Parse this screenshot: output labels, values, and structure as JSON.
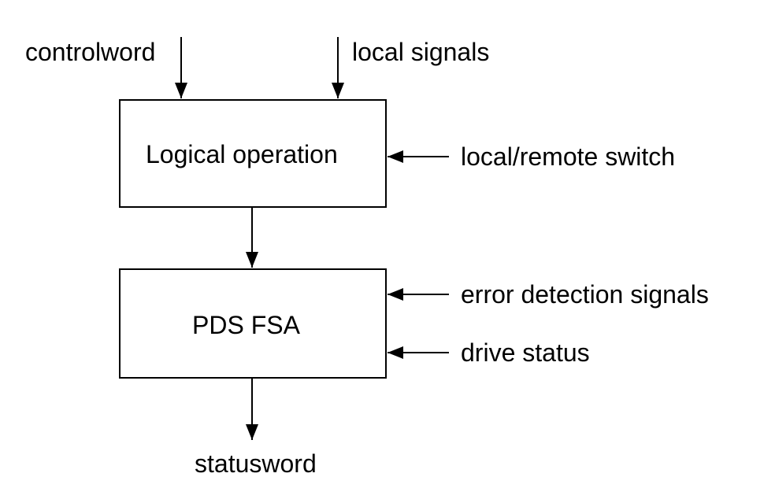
{
  "diagram": {
    "inputs": {
      "controlword": "controlword",
      "local_signals": "local signals",
      "local_remote_switch": "local/remote switch",
      "error_detection_signals": "error detection signals",
      "drive_status": "drive status"
    },
    "blocks": {
      "logical_operation": "Logical operation",
      "pds_fsa": "PDS FSA"
    },
    "outputs": {
      "statusword": "statusword"
    }
  }
}
